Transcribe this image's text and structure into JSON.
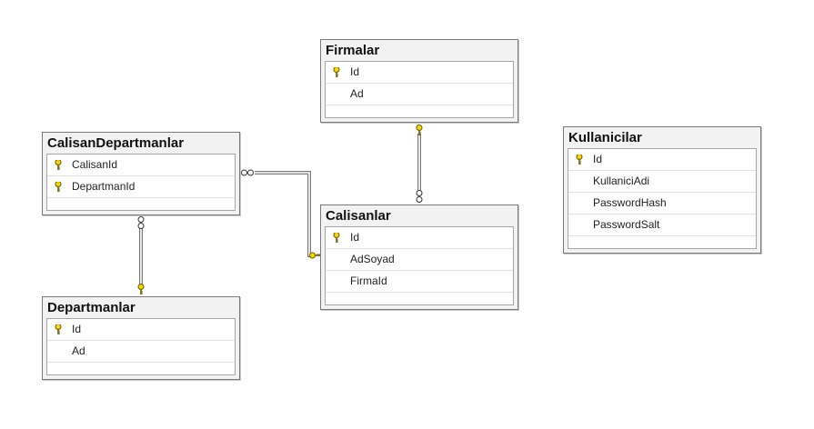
{
  "diagram": {
    "tables": [
      {
        "name": "Firmalar",
        "columns": [
          {
            "name": "Id",
            "pk": true
          },
          {
            "name": "Ad",
            "pk": false
          }
        ]
      },
      {
        "name": "CalisanDepartmanlar",
        "columns": [
          {
            "name": "CalisanId",
            "pk": true
          },
          {
            "name": "DepartmanId",
            "pk": true
          }
        ]
      },
      {
        "name": "Kullanicilar",
        "columns": [
          {
            "name": "Id",
            "pk": true
          },
          {
            "name": "KullaniciAdi",
            "pk": false
          },
          {
            "name": "PasswordHash",
            "pk": false
          },
          {
            "name": "PasswordSalt",
            "pk": false
          }
        ]
      },
      {
        "name": "Calisanlar",
        "columns": [
          {
            "name": "Id",
            "pk": true
          },
          {
            "name": "AdSoyad",
            "pk": false
          },
          {
            "name": "FirmaId",
            "pk": false
          }
        ]
      },
      {
        "name": "Departmanlar",
        "columns": [
          {
            "name": "Id",
            "pk": true
          },
          {
            "name": "Ad",
            "pk": false
          }
        ]
      }
    ],
    "relationships": [
      {
        "from": "Calisanlar",
        "to": "Firmalar",
        "many_side": "Calisanlar",
        "one_side": "Firmalar"
      },
      {
        "from": "CalisanDepartmanlar",
        "to": "Calisanlar",
        "many_side": "CalisanDepartmanlar",
        "one_side": "Calisanlar"
      },
      {
        "from": "CalisanDepartmanlar",
        "to": "Departmanlar",
        "many_side": "CalisanDepartmanlar",
        "one_side": "Departmanlar"
      }
    ],
    "colors": {
      "key": "#f5d400",
      "line": "#7a7a7a",
      "header_bg": "#f2f2f2"
    }
  }
}
